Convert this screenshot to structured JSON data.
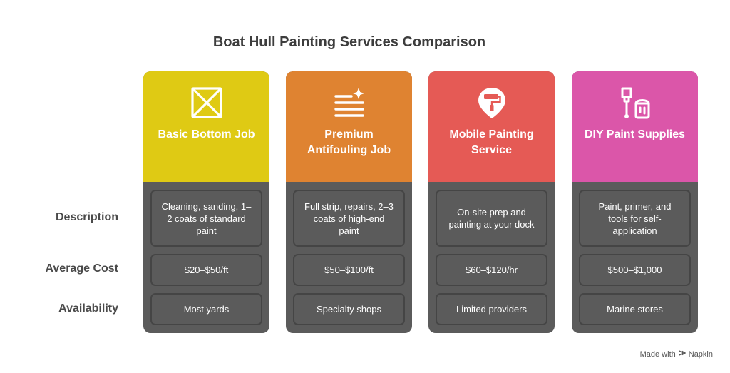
{
  "title": "Boat Hull Painting Services Comparison",
  "row_labels": {
    "description": "Description",
    "cost": "Average Cost",
    "availability": "Availability"
  },
  "cards": [
    {
      "title": "Basic Bottom Job",
      "icon": "bowtie-icon",
      "color": "#DFCA14",
      "description": "Cleaning, sanding, 1–2 coats of standard paint",
      "cost": "$20–$50/ft",
      "availability": "Most yards"
    },
    {
      "title": "Premium Antifouling Job",
      "icon": "sparkle-lines-icon",
      "color": "#DF8331",
      "description": "Full strip, repairs, 2–3 coats of high-end paint",
      "cost": "$50–$100/ft",
      "availability": "Specialty shops"
    },
    {
      "title": "Mobile Painting Service",
      "icon": "paint-roller-pin-icon",
      "color": "#E55A55",
      "description": "On-site prep and painting at your dock",
      "cost": "$60–$120/hr",
      "availability": "Limited providers"
    },
    {
      "title": "DIY Paint Supplies",
      "icon": "paint-brush-bucket-icon",
      "color": "#DB56A9",
      "description": "Paint, primer, and tools for self-application",
      "cost": "$500–$1,000",
      "availability": "Marine stores"
    }
  ],
  "watermark": {
    "prefix": "Made with",
    "brand": "Napkin"
  }
}
